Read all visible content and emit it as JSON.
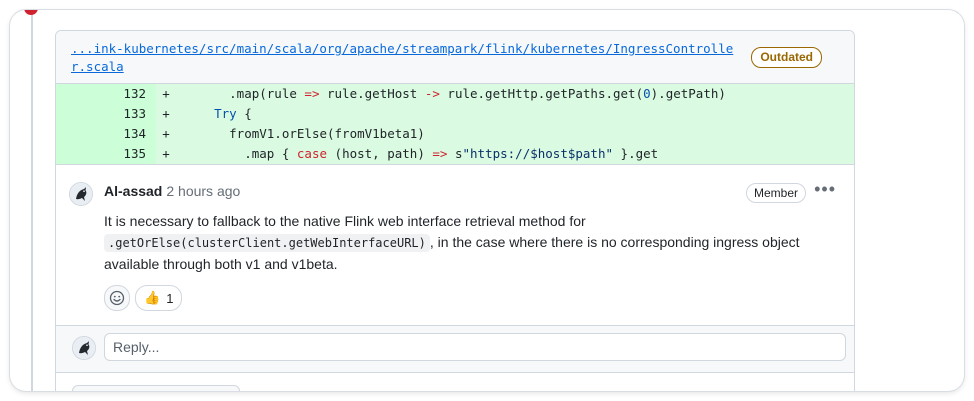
{
  "file": {
    "path": "...ink-kubernetes/src/main/scala/org/apache/streampark/flink/kubernetes/IngressController.scala",
    "badge": "Outdated"
  },
  "diff": {
    "rows": [
      {
        "line": "132",
        "sign": "+",
        "indent": "      ",
        "parts": [
          ".map(rule ",
          "=>",
          " rule.getHost ",
          "->",
          " rule.getHttp.getPaths.get(",
          "0",
          ").getPath)"
        ]
      },
      {
        "line": "133",
        "sign": "+",
        "indent": "    ",
        "parts": [
          "Try",
          " {"
        ]
      },
      {
        "line": "134",
        "sign": "+",
        "indent": "      ",
        "parts": [
          "fromV1.orElse(fromV1beta1)"
        ]
      },
      {
        "line": "135",
        "sign": "+",
        "indent": "        ",
        "parts": [
          ".map { ",
          "case",
          " (host, path) ",
          "=>",
          " s",
          "\"https://$host$path\"",
          " }.get"
        ]
      }
    ]
  },
  "comment": {
    "author": "Al-assad",
    "time": "2 hours ago",
    "role_badge": "Member",
    "text_before": "It is necessary to fallback to the native Flink web interface retrieval method for",
    "code": ".getOrElse(clusterClient.getWebInterfaceURL)",
    "text_after": ", in the case where there is no corresponding ingress object available through both v1 and v1beta.",
    "reactions": {
      "thumbs_emoji": "👍",
      "thumbs_count": "1",
      "add_icon": "smiley-icon"
    },
    "menu_icon": "kebab-horizontal-icon"
  },
  "reply": {
    "placeholder": "Reply..."
  },
  "colors": {
    "link": "#0969da",
    "outdated": "#9a6700",
    "diff_add_bg": "#dafbe1",
    "diff_add_num_bg": "#ccffd8",
    "keyword": "#cf222e",
    "type": "#0550ae",
    "string": "#0a3069"
  }
}
